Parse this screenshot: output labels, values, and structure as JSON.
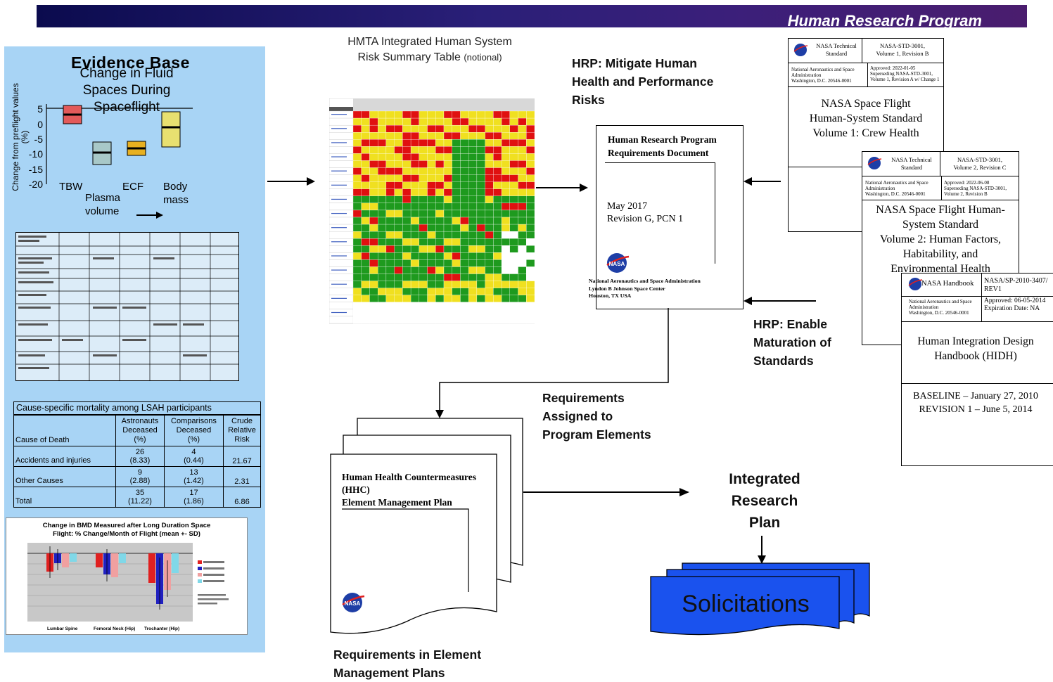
{
  "banner": {
    "title": "Human Research Program"
  },
  "evidence": {
    "fluid_chart": {
      "heading": "Evidence Base",
      "title_lines": [
        "Change in Fluid",
        "Spaces During",
        "Spaceflight"
      ],
      "ylabel_lines": [
        "Change from preflight values",
        "(%)"
      ],
      "y_ticks": [
        "5",
        "0",
        "-5",
        "-10",
        "-15",
        "-20"
      ],
      "x_labels": [
        "TBW",
        "ECF",
        "Body"
      ],
      "x_labels_second": [
        "Plasma",
        "mass"
      ],
      "x_label_third": "volume"
    },
    "mortality_table": {
      "title": "Cause-specific mortality among LSAH participants",
      "headers": [
        [
          "Astronauts",
          "Deceased",
          "(%)"
        ],
        [
          "Comparisons",
          "Deceased",
          "(%)"
        ],
        [
          "Crude",
          "Relative",
          "Risk"
        ]
      ],
      "first_header": "Cause of Death",
      "rows": [
        {
          "cause": "Accidents and injuries",
          "astro_n": "26",
          "astro_p": "(8.33)",
          "comp_n": "4",
          "comp_p": "(0.44)",
          "rr": "21.67"
        },
        {
          "cause": "Other Causes",
          "astro_n": "9",
          "astro_p": "(2.88)",
          "comp_n": "13",
          "comp_p": "(1.42)",
          "rr": "2.31"
        },
        {
          "cause": "Total",
          "astro_n": "35",
          "astro_p": "(11.22)",
          "comp_n": "17",
          "comp_p": "(1.86)",
          "rr": "6.86"
        }
      ]
    },
    "bmd_chart": {
      "title_lines": [
        "Change in BMD Measured after Long Duration Space",
        "Flight:  % Change/Month of Flight (mean +- SD)"
      ],
      "groups": [
        "Lumbar Spine",
        "Femoral Neck (Hip)",
        "Trochanter (Hip)"
      ]
    }
  },
  "hmta": {
    "title_line1": "HMTA Integrated Human System",
    "title_line2": "Risk Summary Table",
    "note": "(notional)"
  },
  "mitigate_label": [
    "HRP: Mitigate Human",
    "Health and Performance",
    "Risks"
  ],
  "hrp_doc": {
    "title_lines": [
      "Human Research Program",
      "Requirements Document"
    ],
    "date": "May 2017",
    "revision": "Revision G, PCN 1",
    "org_lines": [
      "National Aeronautics and Space Administration",
      "Lyndon  B Johnson Space Center",
      "Houston, TX  USA"
    ],
    "logo": "NASA"
  },
  "enable_label": [
    "HRP: Enable",
    "Maturation of",
    "Standards"
  ],
  "std_vol1": {
    "type_lines": [
      "NASA Technical",
      "Standard"
    ],
    "id_lines": [
      "NASA-STD-3001,",
      "Volume 1, Revision  B"
    ],
    "org_lines": [
      "National Aeronautics and Space",
      "Administration",
      "Washington, D.C. 20546-0001"
    ],
    "approval_lines": [
      "Approved: 2022-01-05",
      "Superseding  NASA-STD-3001,",
      "Volume 1, Revision A w/ Change 1"
    ],
    "title_lines": [
      "NASA Space Flight",
      "Human-System Standard",
      "Volume 1: Crew Health"
    ]
  },
  "std_vol2": {
    "type_lines": [
      "NASA Technical",
      "Standard"
    ],
    "id_lines": [
      "NASA-STD-3001,",
      "Volume 2, Revision  C"
    ],
    "org_lines": [
      "National Aeronautics and Space",
      "Administration",
      "Washington, D.C. 20546-0001"
    ],
    "approval_lines": [
      "Approved: 2022-06-08",
      "Superseding  NASA-STD-3001,",
      "Volume 2, Revision B"
    ],
    "title_lines": [
      "NASA Space Flight Human-",
      "System Standard",
      "Volume 2: Human Factors,",
      "Habitability, and",
      "Environmental Health"
    ]
  },
  "hidh": {
    "type": "NASA Handbook",
    "id_lines": [
      "NASA/SP-2010-3407/",
      "REV1"
    ],
    "org_lines": [
      "National Aeronautics and Space",
      "Administration",
      "Washington, D.C. 20546-0001"
    ],
    "approval_lines": [
      "Approved: 06-05-2014",
      "Expiration Date: NA"
    ],
    "title_lines": [
      "Human Integration Design",
      "Handbook (HIDH)"
    ],
    "baseline": "BASELINE – January 27, 2010",
    "revision": "REVISION 1 – June 5, 2014"
  },
  "assigned_label": [
    "Requirements",
    "Assigned to",
    "Program Elements"
  ],
  "hhc_doc": {
    "title_lines": [
      "Human Health Countermeasures",
      "(HHC)",
      " Element Management Plan"
    ],
    "logo": "NASA"
  },
  "emp_label": [
    "Requirements in Element",
    "Management Plans"
  ],
  "irp_label": [
    "Integrated",
    "Research",
    "Plan"
  ],
  "solicitations": "Solicitations",
  "colors": {
    "banner": "#1a1566",
    "panel": "#a8d4f5",
    "solicitations": "#1a52ee",
    "matrix_green": "#1e9a1e",
    "matrix_yellow": "#f0e020",
    "matrix_red": "#e01010"
  }
}
